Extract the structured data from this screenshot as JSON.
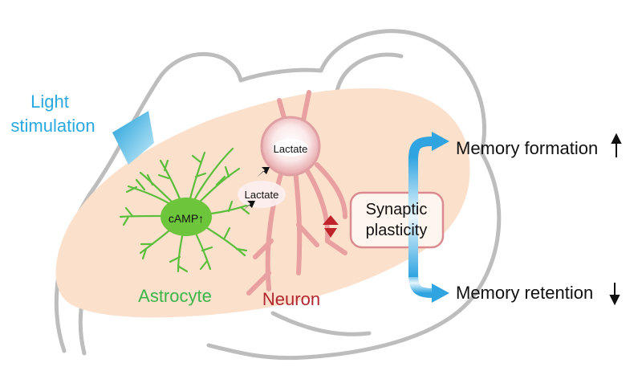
{
  "labels": {
    "light_stimulation_line1": "Light",
    "light_stimulation_line2": "stimulation",
    "astrocyte": "Astrocyte",
    "camp": "cAMP↑",
    "neuron": "Neuron",
    "lactate_soma": "Lactate",
    "lactate_released": "Lactate",
    "synaptic_line1": "Synaptic",
    "synaptic_line2": "plasticity",
    "memory_formation": "Memory formation",
    "memory_retention": "Memory retention"
  },
  "colors": {
    "light_blue": "#29a9e0",
    "astrocyte_green": "#3cb64a",
    "neuron_red": "#b3262e",
    "brain_fill": "#fbe0cc",
    "outline_gray": "#bdbdbd",
    "neuron_pink": "#e8a0a0"
  }
}
